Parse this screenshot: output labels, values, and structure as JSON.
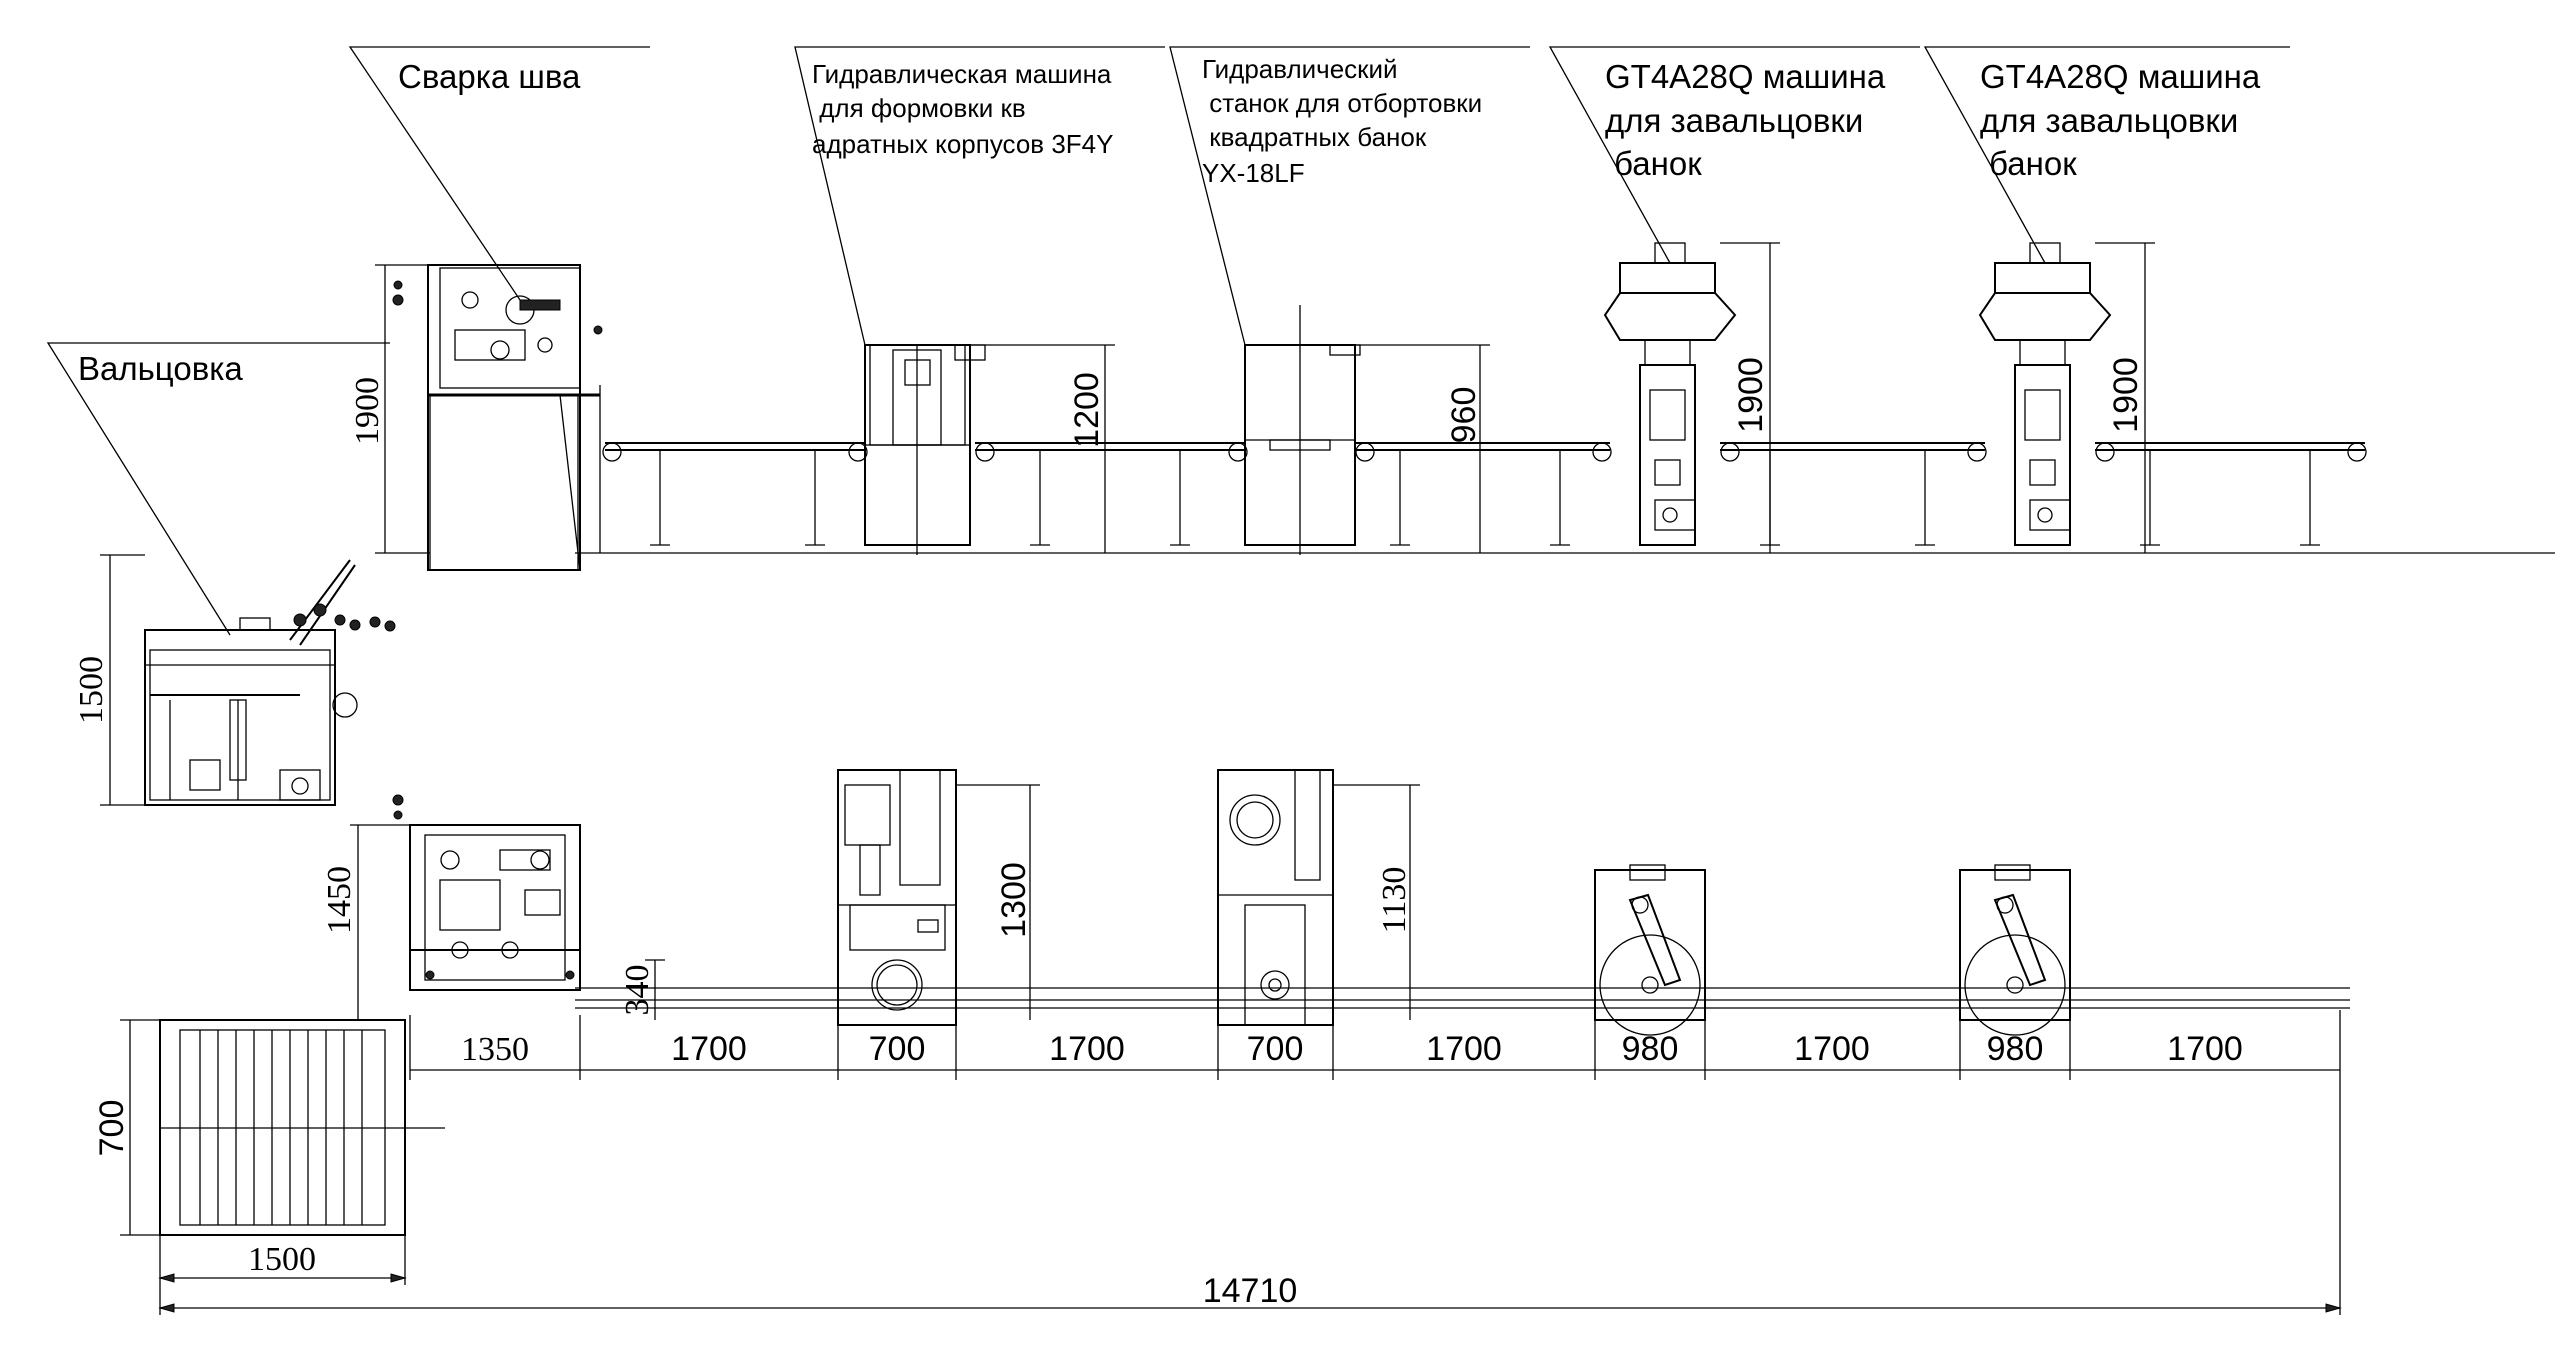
{
  "labels": {
    "seam_welding": "Сварка шва",
    "rolling": "Вальцовка",
    "hydraulic_forming": [
      "Гидравлическая машина",
      " для формовки кв",
      "адратных корпусов 3F4Y"
    ],
    "hydraulic_flanging": [
      "Гидравлический",
      " станок для отбортовки",
      " квадратных банок",
      "YX-18LF"
    ],
    "seamer_1": [
      "GT4A28Q машина",
      "для завальцовки",
      " банок"
    ],
    "seamer_2": [
      "GT4A28Q машина",
      "для завальцовки",
      " банок"
    ]
  },
  "dimensions": {
    "h_welder_side": "1900",
    "h_roller_side": "1500",
    "h_forming_side": "1200",
    "h_flanging_side": "960",
    "h_seamer1_side": "1900",
    "h_seamer2_side": "1900",
    "h_welder_top": "1450",
    "h_forming_top": "1300",
    "h_flanging_top": "1130",
    "h_conveyor_top": "340",
    "w_welder": "1350",
    "w_conv1": "1700",
    "w_forming": "700",
    "w_conv2": "1700",
    "w_flanging": "700",
    "w_conv3": "1700",
    "w_seamer1": "980",
    "w_conv4": "1700",
    "w_seamer2": "980",
    "w_conv5": "1700",
    "w_table": "1500",
    "h_table": "700",
    "total_length": "14710"
  }
}
